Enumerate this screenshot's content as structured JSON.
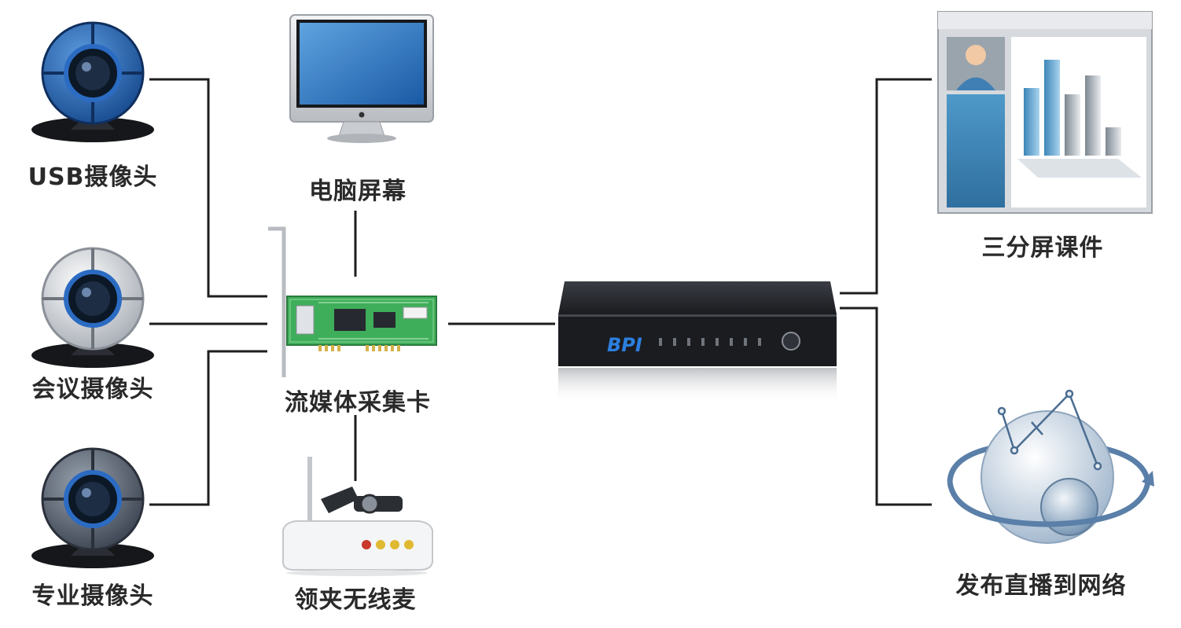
{
  "nodes": {
    "usb_camera": {
      "label": "USB摄像头",
      "icon": "webcam-blue-icon"
    },
    "conference_camera": {
      "label": "会议摄像头",
      "icon": "webcam-silver-icon"
    },
    "pro_camera": {
      "label": "专业摄像头",
      "icon": "webcam-gray-icon"
    },
    "monitor": {
      "label": "电脑屏幕",
      "icon": "monitor-icon"
    },
    "capture_card": {
      "label": "流媒体采集卡",
      "icon": "capture-card-icon"
    },
    "wireless_mic": {
      "label": "领夹无线麦",
      "icon": "wireless-mic-receiver-icon"
    },
    "recorder": {
      "label": "",
      "icon": "recording-box-icon",
      "brand": "BPI"
    },
    "courseware": {
      "label": "三分屏课件",
      "icon": "three-pane-window-icon"
    },
    "broadcast": {
      "label": "发布直播到网络",
      "icon": "globe-network-icon"
    }
  },
  "colors": {
    "wire": "#1e1e1e",
    "camera_blue": "#1f5fae",
    "camera_silver": "#d9dde2",
    "camera_gray": "#5b6472",
    "pcb_green": "#3fae5a",
    "device_black": "#1b1c20",
    "window_blue": "#3d86b8"
  }
}
